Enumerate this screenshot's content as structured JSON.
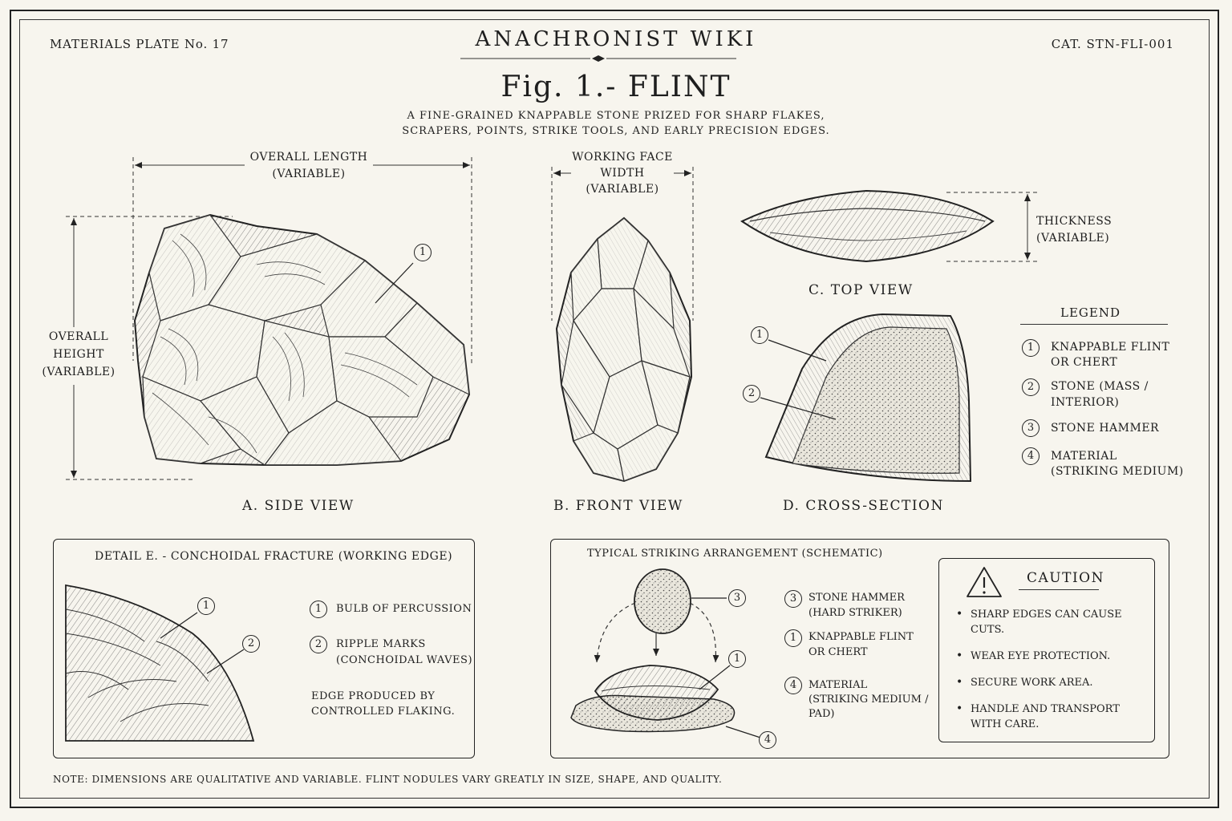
{
  "header": {
    "plate": "MATERIALS PLATE No. 17",
    "site_title": "ANACHRONIST WIKI",
    "catalog": "CAT. STN-FLI-001",
    "fig_title": "Fig. 1.- FLINT",
    "subtitle_line1": "A FINE-GRAINED KNAPPABLE STONE PRIZED FOR SHARP FLAKES,",
    "subtitle_line2": "SCRAPERS, POINTS, STRIKE TOOLS, AND EARLY PRECISION EDGES."
  },
  "dimensions": {
    "overall_length_1": "OVERALL LENGTH",
    "overall_length_2": "(VARIABLE)",
    "overall_height_1": "OVERALL",
    "overall_height_2": "HEIGHT",
    "overall_height_3": "(VARIABLE)",
    "working_face_1": "WORKING FACE",
    "working_face_2": "WIDTH",
    "working_face_3": "(VARIABLE)",
    "thickness_1": "THICKNESS",
    "thickness_2": "(VARIABLE)"
  },
  "views": {
    "a": "A.  SIDE VIEW",
    "b": "B.  FRONT VIEW",
    "c": "C.  TOP VIEW",
    "d": "D.  CROSS-SECTION"
  },
  "callouts": {
    "n1": "1",
    "n2": "2",
    "n3": "3",
    "n4": "4"
  },
  "legend": {
    "title": "LEGEND",
    "items": [
      {
        "num": "1",
        "line1": "KNAPPABLE FLINT",
        "line2": "OR CHERT"
      },
      {
        "num": "2",
        "line1": "STONE (MASS /",
        "line2": "INTERIOR)"
      },
      {
        "num": "3",
        "line1": "STONE HAMMER",
        "line2": ""
      },
      {
        "num": "4",
        "line1": "MATERIAL",
        "line2": "(STRIKING MEDIUM)"
      }
    ]
  },
  "detail": {
    "title": "DETAIL  E.  -  CONCHOIDAL FRACTURE (WORKING EDGE)",
    "item1_line1": "BULB OF PERCUSSION",
    "item2_line1": "RIPPLE MARKS",
    "item2_line2": "(CONCHOIDAL WAVES)",
    "note_line1": "EDGE PRODUCED BY",
    "note_line2": "CONTROLLED FLAKING."
  },
  "striking": {
    "title": "TYPICAL STRIKING ARRANGEMENT (SCHEMATIC)",
    "items": [
      {
        "num": "3",
        "line1": "STONE HAMMER",
        "line2": "(HARD STRIKER)",
        "line3": ""
      },
      {
        "num": "1",
        "line1": "KNAPPABLE FLINT",
        "line2": "OR CHERT",
        "line3": ""
      },
      {
        "num": "4",
        "line1": "MATERIAL",
        "line2": "(STRIKING MEDIUM /",
        "line3": "PAD)"
      }
    ]
  },
  "caution": {
    "title": "CAUTION",
    "bullets": [
      {
        "line1": "SHARP EDGES CAN CAUSE",
        "line2": "CUTS."
      },
      {
        "line1": "WEAR EYE PROTECTION.",
        "line2": ""
      },
      {
        "line1": "SECURE WORK AREA.",
        "line2": ""
      },
      {
        "line1": "HANDLE AND TRANSPORT",
        "line2": "WITH CARE."
      }
    ]
  },
  "footer_note": "NOTE: DIMENSIONS ARE QUALITATIVE AND VARIABLE. FLINT NODULES VARY GREATLY IN SIZE, SHAPE, AND QUALITY.",
  "icons": {
    "warning": "warning-triangle-icon"
  }
}
